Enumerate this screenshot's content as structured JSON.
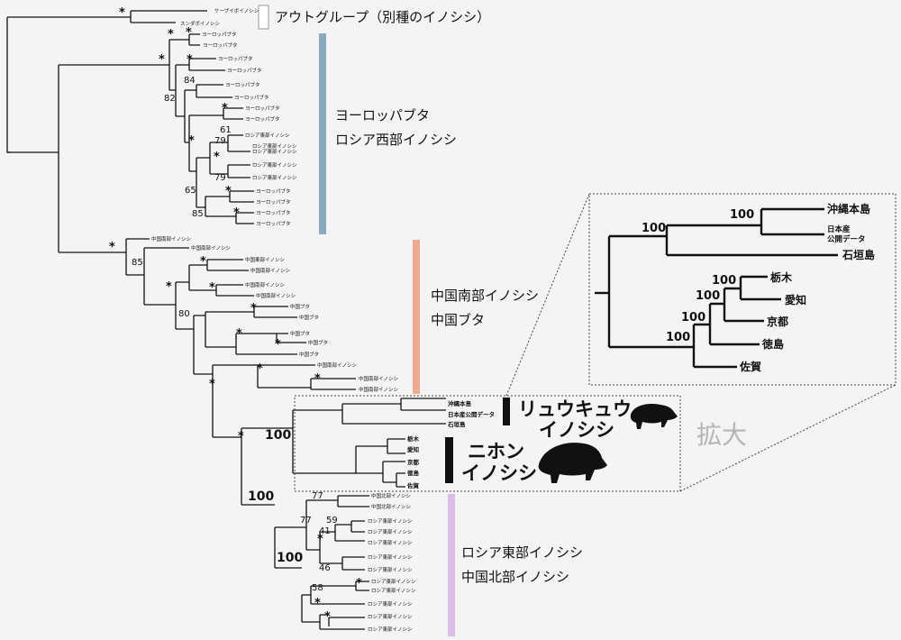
{
  "outgroup": {
    "label": "アウトグループ（別種のイノシシ）",
    "tips": [
      "ケープイボイノシシ",
      "スンダボイノシシ"
    ]
  },
  "groups": {
    "europe": {
      "line1": "ヨーロッパブタ",
      "line2": "ロシア西部イノシシ",
      "color": "#8ba9bf"
    },
    "china_south": {
      "line1": "中国南部イノシシ",
      "line2": "中国ブタ",
      "color": "#eeab91"
    },
    "ryukyu": {
      "line1": "リュウキュウ",
      "line2": "イノシシ",
      "color": "#111111"
    },
    "nihon": {
      "line1": "ニホン",
      "line2": "イノシシ",
      "color": "#111111"
    },
    "russia_east": {
      "line1": "ロシア東部イノシシ",
      "line2": "中国北部イノシシ",
      "color": "#dcbde9"
    }
  },
  "tips": {
    "europe": [
      "ヨーロッパブタ",
      "ヨーロッパブタ",
      "ヨーロッパブタ",
      "ヨーロッパブタ",
      "ヨーロッパブタ",
      "ヨーロッパブタ",
      "ヨーロッパブタ",
      "ヨーロッパブタ",
      "ロシア東部イノシシ",
      "ロシア東部イノシシ",
      "ロシア東部イノシシ",
      "ロシア東部イノシシ",
      "ロシア東部イノシシ",
      "ヨーロッパブタ",
      "ヨーロッパブタ",
      "ヨーロッパブタ",
      "ヨーロッパブタ"
    ],
    "china_south": [
      "中国南部イノシシ",
      "中国南部イノシシ",
      "中国東部イノシシ",
      "中国南部イノシシ",
      "中国南部イノシシ",
      "中国南部イノシシ",
      "中国ブタ",
      "中国ブタ",
      "中国ブタ",
      "中国ブタ",
      "中国ブタ",
      "中国南部イノシシ",
      "中国南部イノシシ",
      "中国南部イノシシ"
    ],
    "japan": [
      "沖縄本島",
      "日本産公開データ",
      "石垣島",
      "栃木",
      "愛知",
      "京都",
      "徳島",
      "佐賀"
    ],
    "russia_east": [
      "中国北部イノシシ",
      "中国北部イノシシ",
      "ロシア東部イノシシ",
      "ロシア東部イノシシ",
      "ロシア東部イノシシ",
      "ロシア東部イノシシ",
      "ロシア東部イノシシ",
      "ロシア東部イノシシ",
      "ロシア東部イノシシ",
      "ロシア東部イノシシ",
      "ロシア東部イノシシ",
      "ロシア東部イノシシ"
    ]
  },
  "support": {
    "s85_china": "85",
    "s80": "80",
    "s82": "82",
    "s84": "84",
    "s61": "61",
    "s79a": "79",
    "s79b": "79",
    "s65": "65",
    "s85_eu": "85",
    "s100_japan": "100",
    "s100_main": "100",
    "s100_east": "100",
    "s77a": "77",
    "s77b": "77",
    "s59": "59",
    "s41": "41",
    "s46": "46",
    "s58": "58",
    "star": "*"
  },
  "zoom": {
    "title": "拡大",
    "tips": {
      "okinawa": "沖縄本島",
      "nihonsan1": "日本産",
      "nihonsan2": "公開データ",
      "ishigaki": "石垣島",
      "tochigi": "栃木",
      "aichi": "愛知",
      "kyoto": "京都",
      "tokushima": "徳島",
      "saga": "佐賀"
    },
    "support": [
      "100",
      "100",
      "100",
      "100",
      "100",
      "100"
    ]
  }
}
